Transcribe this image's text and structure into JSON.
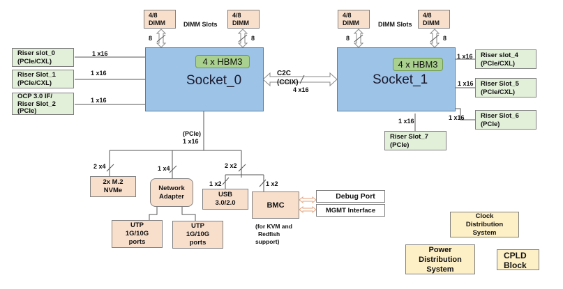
{
  "dimm": {
    "slots_label": "DIMM Slots",
    "box_line1": "4/8",
    "box_line2": "DIMM",
    "bus_width": "8"
  },
  "socket0": {
    "name": "Socket_0",
    "hbm": "4 x HBM3",
    "risers": [
      {
        "line1": "Riser slot_0",
        "line2": "(PCIe/CXL)",
        "link": "1 x16"
      },
      {
        "line1": "Riser Slot_1",
        "line2": "(PCIe/CXL)",
        "link": "1 x16"
      },
      {
        "line1": "OCP 3.0 IF/",
        "line2": "Riser Slot_2",
        "line3": "(PCIe)",
        "link": "1 x16"
      }
    ],
    "downlink_type": "(PCIe)",
    "downlink_width": "1 x16"
  },
  "socket1": {
    "name": "Socket_1",
    "hbm": "4 x HBM3",
    "risers": [
      {
        "line1": "Riser slot_4",
        "line2": "(PCIe/CXL)",
        "link": "1 x16"
      },
      {
        "line1": "Riser Slot_5",
        "line2": "(PCIe/CXL)",
        "link": "1 x16"
      },
      {
        "line1": "Riser Slot_6",
        "line2": "(PCIe)",
        "link": "1 x16"
      },
      {
        "line1": "Riser Slot_7",
        "line2": "(PCIe)",
        "link": "1 x16"
      }
    ]
  },
  "interconnect": {
    "line1": "C2C",
    "line2": "(CCIX)",
    "width": "4 x16"
  },
  "peripherals": {
    "nvme": {
      "line1": "2x M.2",
      "line2": "NVMe",
      "link": "2 x4"
    },
    "network": {
      "line1": "Network",
      "line2": "Adapter",
      "link": "1 x4"
    },
    "utp": [
      {
        "line1": "UTP",
        "line2": "1G/10G",
        "line3": "ports"
      },
      {
        "line1": "UTP",
        "line2": "1G/10G",
        "line3": "ports"
      }
    ],
    "split_link": "2 x2",
    "usb": {
      "line1": "USB",
      "line2": "3.0/2.0",
      "link": "1 x2"
    },
    "bmc": {
      "label": "BMC",
      "link": "1 x2",
      "note1": "(for KVM and",
      "note2": "Redfish",
      "note3": "support)"
    },
    "debug_port": "Debug Port",
    "mgmt_interface": "MGMT Interface"
  },
  "system_blocks": {
    "clock": {
      "line1": "Clock",
      "line2": "Distribution",
      "line3": "System"
    },
    "power": {
      "line1": "Power",
      "line2": "Distribution",
      "line3": "System"
    },
    "cpld": {
      "line1": "CPLD",
      "line2": "Block"
    }
  }
}
